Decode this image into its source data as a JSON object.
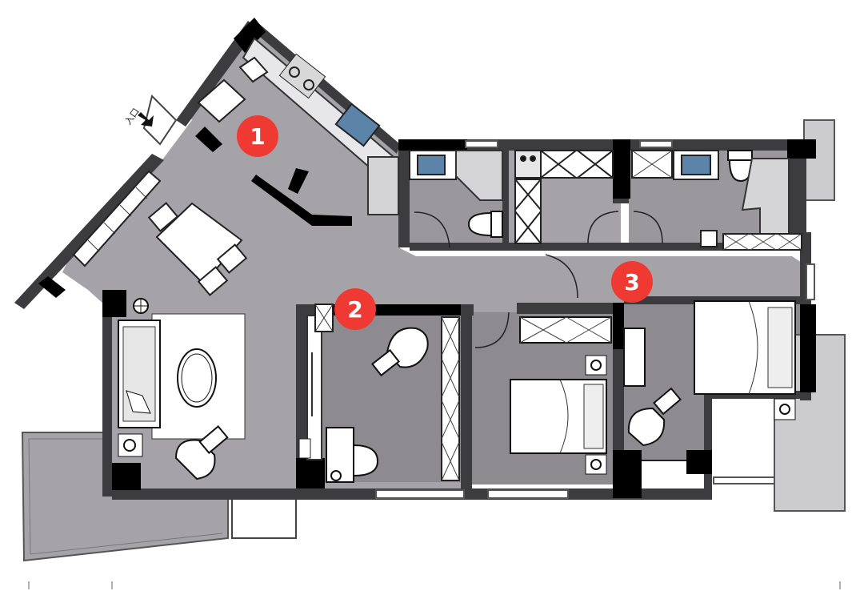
{
  "entrance": {
    "label": "入口"
  },
  "markers": [
    {
      "label": "1"
    },
    {
      "label": "2"
    },
    {
      "label": "3"
    }
  ],
  "colors": {
    "floor": "#a5a3a8",
    "floor_dark": "#87858a",
    "wall": "#3c3b3e",
    "wall_solid": "#000000",
    "marker": "#ee3a33",
    "furniture": "#ffffff",
    "balcony": "#cccbcd"
  },
  "icons": [
    "entrance-arrow-icon",
    "door-swing-icon",
    "sink-icon",
    "toilet-icon",
    "stove-icon",
    "bed-icon",
    "sofa-icon",
    "chair-icon",
    "lamp-icon"
  ]
}
